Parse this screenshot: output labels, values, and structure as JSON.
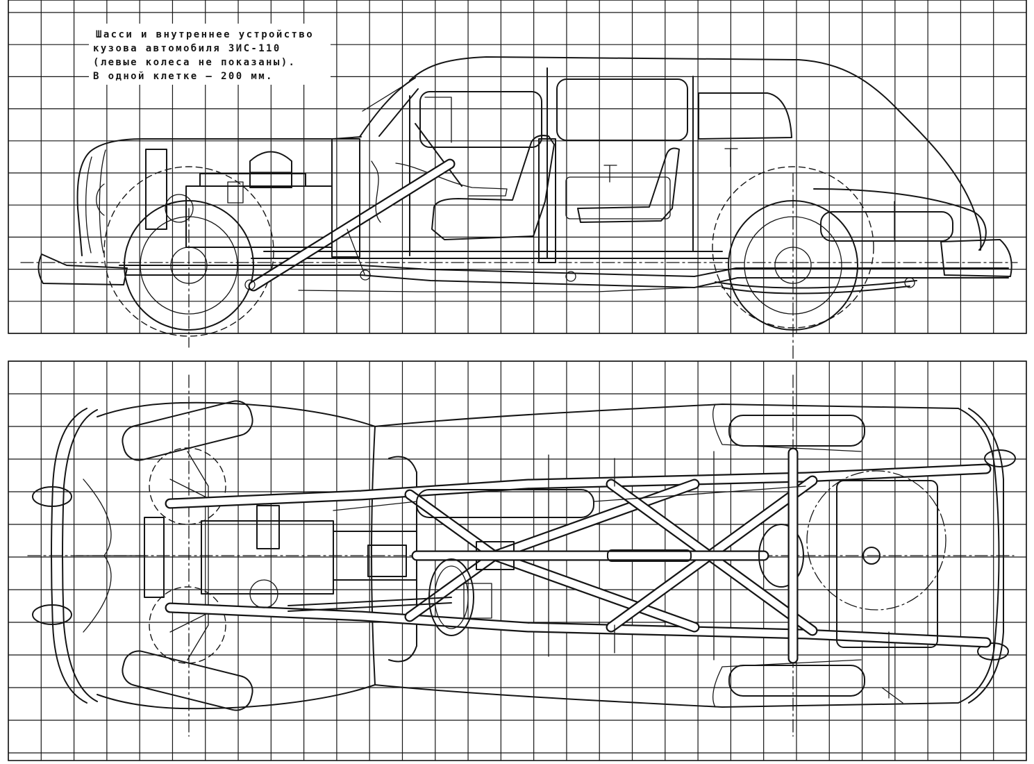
{
  "caption": {
    "line1": "Шасси и внутреннее устройство",
    "line2": "кузова автомобиля ЗИС-110",
    "line3": "(левые колеса не показаны).",
    "line4": "В одной клетке — 200 мм."
  },
  "colors": {
    "ink": "#151515",
    "paper": "#ffffff"
  }
}
